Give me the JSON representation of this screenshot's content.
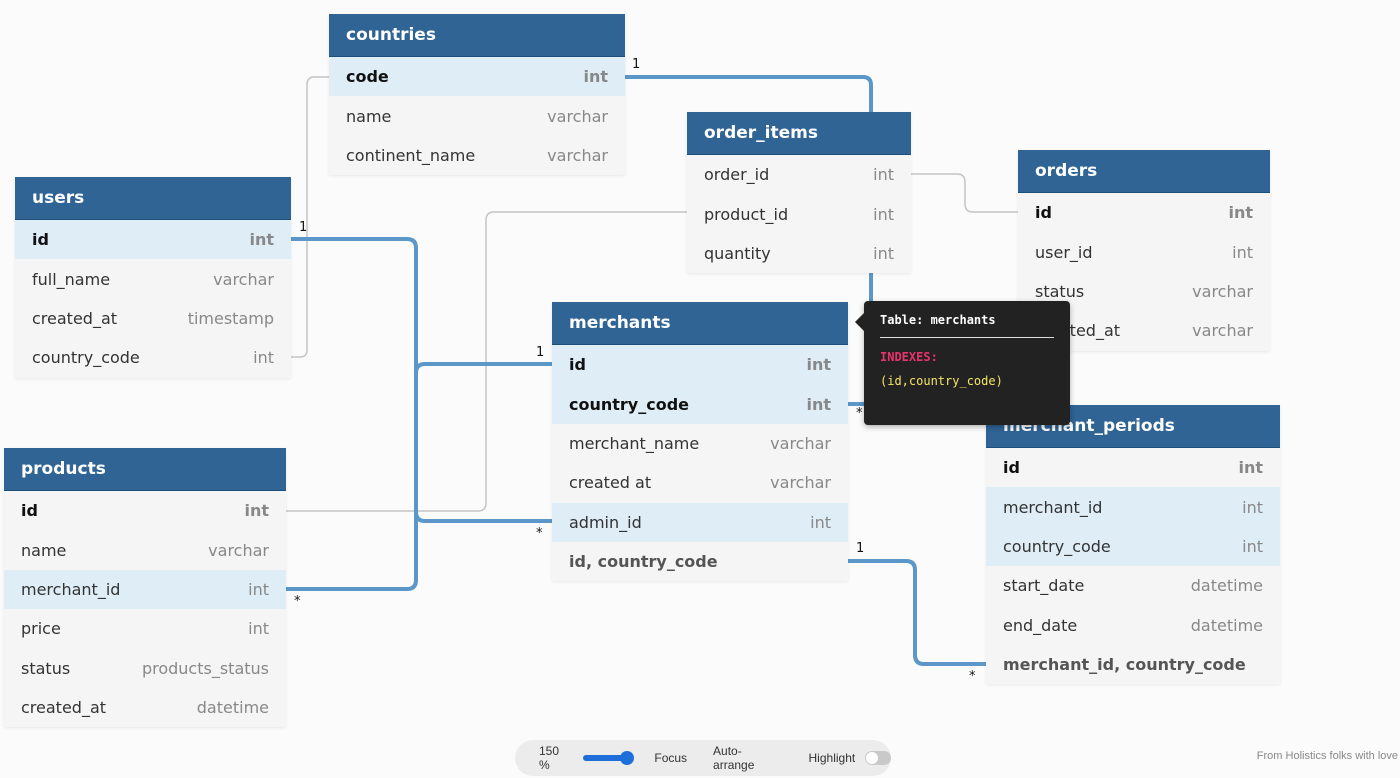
{
  "tables": {
    "countries": {
      "name": "countries",
      "fields": [
        {
          "name": "code",
          "type": "int"
        },
        {
          "name": "name",
          "type": "varchar"
        },
        {
          "name": "continent_name",
          "type": "varchar"
        }
      ]
    },
    "users": {
      "name": "users",
      "fields": [
        {
          "name": "id",
          "type": "int"
        },
        {
          "name": "full_name",
          "type": "varchar"
        },
        {
          "name": "created_at",
          "type": "timestamp"
        },
        {
          "name": "country_code",
          "type": "int"
        }
      ]
    },
    "order_items": {
      "name": "order_items",
      "fields": [
        {
          "name": "order_id",
          "type": "int"
        },
        {
          "name": "product_id",
          "type": "int"
        },
        {
          "name": "quantity",
          "type": "int"
        }
      ]
    },
    "orders": {
      "name": "orders",
      "fields": [
        {
          "name": "id",
          "type": "int"
        },
        {
          "name": "user_id",
          "type": "int"
        },
        {
          "name": "status",
          "type": "varchar"
        },
        {
          "name": "created_at",
          "type": "varchar"
        }
      ]
    },
    "merchants": {
      "name": "merchants",
      "fields": [
        {
          "name": "id",
          "type": "int"
        },
        {
          "name": "country_code",
          "type": "int"
        },
        {
          "name": "merchant_name",
          "type": "varchar"
        },
        {
          "name": "created at",
          "type": "varchar"
        },
        {
          "name": "admin_id",
          "type": "int"
        }
      ],
      "index_row": "id, country_code"
    },
    "products": {
      "name": "products",
      "fields": [
        {
          "name": "id",
          "type": "int"
        },
        {
          "name": "name",
          "type": "varchar"
        },
        {
          "name": "merchant_id",
          "type": "int"
        },
        {
          "name": "price",
          "type": "int"
        },
        {
          "name": "status",
          "type": "products_status"
        },
        {
          "name": "created_at",
          "type": "datetime"
        }
      ]
    },
    "merchant_periods": {
      "name": "merchant_periods",
      "fields": [
        {
          "name": "id",
          "type": "int"
        },
        {
          "name": "merchant_id",
          "type": "int"
        },
        {
          "name": "country_code",
          "type": "int"
        },
        {
          "name": "start_date",
          "type": "datetime"
        },
        {
          "name": "end_date",
          "type": "datetime"
        }
      ],
      "index_row": "merchant_id, country_code"
    }
  },
  "cardinality": {
    "one": "1",
    "many": "*"
  },
  "tooltip": {
    "title": "Table: merchants",
    "label": "INDEXES:",
    "value": "(id,country_code)"
  },
  "toolbar": {
    "zoom": "150 %",
    "focus": "Focus",
    "auto_arrange": "Auto-arrange",
    "highlight": "Highlight",
    "highlight_on": false,
    "zoom_level": 1.5
  },
  "footer": "From Holistics folks with love",
  "colors": {
    "header": "#2f6495",
    "highlight_row": "#deedf6",
    "strong_edge": "#5b97c9",
    "weak_edge": "#c4c4c4"
  }
}
